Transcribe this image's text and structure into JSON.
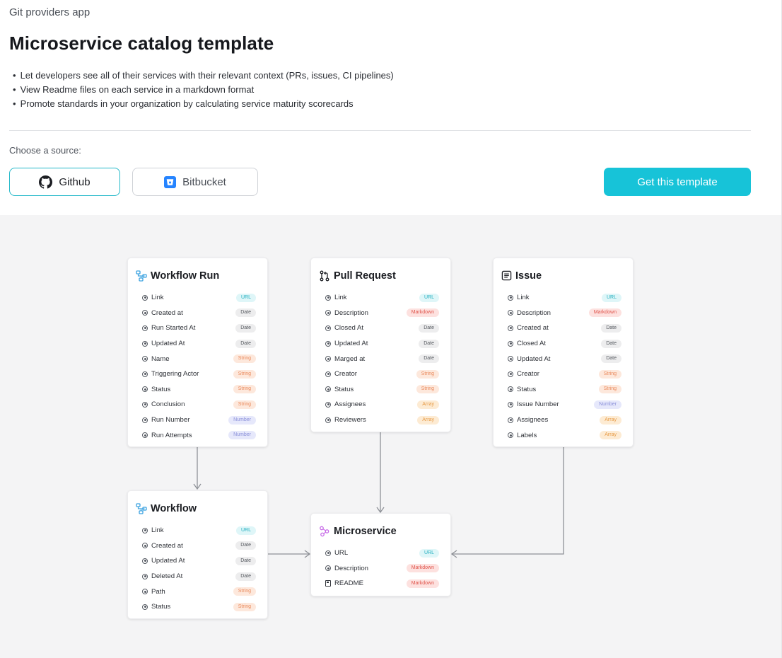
{
  "app_title": "Git providers app",
  "page_title": "Microservice catalog template",
  "bullets": [
    "Let developers see all of their services with their relevant context (PRs, issues, CI pipelines)",
    "View Readme files on each service in a markdown format",
    "Promote standards in your organization by calculating service maturity scorecards"
  ],
  "choose_label": "Choose a source:",
  "sources": [
    {
      "label": "Github",
      "icon": "github-icon",
      "selected": true
    },
    {
      "label": "Bitbucket",
      "icon": "bitbucket-icon",
      "selected": false
    }
  ],
  "cta_label": "Get this template",
  "colors": {
    "accent": "#17c3d8",
    "selected_border": "#22b8c9",
    "diagram_bg": "#f4f4f5"
  },
  "cards": {
    "workflow_run": {
      "title": "Workflow Run",
      "icon": "workflow-icon",
      "rows": [
        {
          "label": "Link",
          "type": "URL"
        },
        {
          "label": "Created at",
          "type": "Date"
        },
        {
          "label": "Run Started At",
          "type": "Date"
        },
        {
          "label": "Updated At",
          "type": "Date"
        },
        {
          "label": "Name",
          "type": "String"
        },
        {
          "label": "Triggering Actor",
          "type": "String"
        },
        {
          "label": "Status",
          "type": "String"
        },
        {
          "label": "Conclusion",
          "type": "String"
        },
        {
          "label": "Run Number",
          "type": "Number"
        },
        {
          "label": "Run Attempts",
          "type": "Number"
        }
      ]
    },
    "pull_request": {
      "title": "Pull Request",
      "icon": "pull-request-icon",
      "rows": [
        {
          "label": "Link",
          "type": "URL"
        },
        {
          "label": "Description",
          "type": "Markdown"
        },
        {
          "label": "Closed At",
          "type": "Date"
        },
        {
          "label": "Updated At",
          "type": "Date"
        },
        {
          "label": "Marged at",
          "type": "Date"
        },
        {
          "label": "Creator",
          "type": "String"
        },
        {
          "label": "Status",
          "type": "String"
        },
        {
          "label": "Assignees",
          "type": "Array"
        },
        {
          "label": "Reviewers",
          "type": "Array"
        }
      ]
    },
    "issue": {
      "title": "Issue",
      "icon": "issue-icon",
      "rows": [
        {
          "label": "Link",
          "type": "URL"
        },
        {
          "label": "Description",
          "type": "Markdown"
        },
        {
          "label": "Created at",
          "type": "Date"
        },
        {
          "label": "Closed At",
          "type": "Date"
        },
        {
          "label": "Updated At",
          "type": "Date"
        },
        {
          "label": "Creator",
          "type": "String"
        },
        {
          "label": "Status",
          "type": "String"
        },
        {
          "label": "Issue Number",
          "type": "Number"
        },
        {
          "label": "Assignees",
          "type": "Array"
        },
        {
          "label": "Labels",
          "type": "Array"
        }
      ]
    },
    "workflow": {
      "title": "Workflow",
      "icon": "workflow-icon",
      "rows": [
        {
          "label": "Link",
          "type": "URL"
        },
        {
          "label": "Created at",
          "type": "Date"
        },
        {
          "label": "Updated At",
          "type": "Date"
        },
        {
          "label": "Deleted At",
          "type": "Date"
        },
        {
          "label": "Path",
          "type": "String"
        },
        {
          "label": "Status",
          "type": "String"
        }
      ]
    },
    "microservice": {
      "title": "Microservice",
      "icon": "microservice-icon",
      "rows": [
        {
          "label": "URL",
          "type": "URL"
        },
        {
          "label": "Description",
          "type": "Markdown"
        },
        {
          "label": "README",
          "type": "Markdown",
          "icon": "document-icon"
        }
      ]
    }
  }
}
